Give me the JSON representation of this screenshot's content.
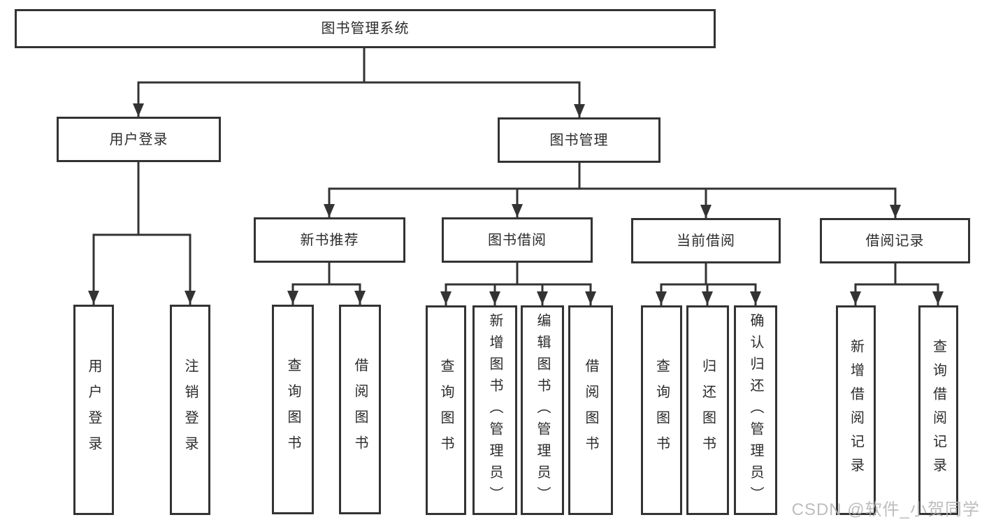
{
  "diagram": {
    "watermark": "CSDN @软件_小贺同学",
    "colors": {
      "background": "#ffffff",
      "box_border": "#333333",
      "connector_line": "#333333",
      "text": "#2b2b2b",
      "watermark": "#b5b5b5"
    },
    "nodes": {
      "root": {
        "label": "图书管理系统",
        "parent": null
      },
      "user_login": {
        "label": "用户登录",
        "parent": "图书管理系统"
      },
      "book_mgmt": {
        "label": "图书管理",
        "parent": "图书管理系统"
      },
      "new_book_rec": {
        "label": "新书推荐",
        "parent": "图书管理"
      },
      "book_borrow": {
        "label": "图书借阅",
        "parent": "图书管理"
      },
      "current_borrow": {
        "label": "当前借阅",
        "parent": "图书管理"
      },
      "borrow_record": {
        "label": "借阅记录",
        "parent": "图书管理"
      },
      "leaf_user_login": {
        "label": "用户登录",
        "parent": "用户登录"
      },
      "leaf_logout": {
        "label": "注销登录",
        "parent": "用户登录"
      },
      "rec_query_book": {
        "label": "查询图书",
        "parent": "新书推荐"
      },
      "rec_borrow_book": {
        "label": "借阅图书",
        "parent": "新书推荐"
      },
      "bb_query_book": {
        "label": "查询图书",
        "parent": "图书借阅"
      },
      "bb_add_book": {
        "label": "新增图书（管理员）",
        "parent": "图书借阅"
      },
      "bb_edit_book": {
        "label": "编辑图书（管理员）",
        "parent": "图书借阅"
      },
      "bb_borrow_book": {
        "label": "借阅图书",
        "parent": "图书借阅"
      },
      "cb_query_book": {
        "label": "查询图书",
        "parent": "当前借阅"
      },
      "cb_return_book": {
        "label": "归还图书",
        "parent": "当前借阅"
      },
      "cb_confirm_return": {
        "label": "确认归还（管理员）",
        "parent": "当前借阅"
      },
      "br_add_record": {
        "label": "新增借阅记录",
        "parent": "借阅记录"
      },
      "br_query_record": {
        "label": "查询借阅记录",
        "parent": "借阅记录"
      }
    }
  }
}
